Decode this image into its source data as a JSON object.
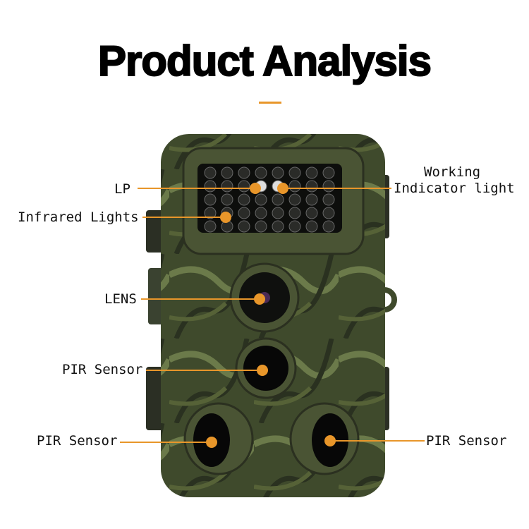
{
  "title": "Product Analysis",
  "accent_color": "#e8962a",
  "callouts": {
    "lp": "LP",
    "working_1": "Working",
    "working_2": "Indicator light",
    "infrared": "Infrared Lights",
    "lens": "LENS",
    "pir_center": "PIR Sensor",
    "pir_left": "PIR Sensor",
    "pir_right": "PIR Sensor"
  }
}
